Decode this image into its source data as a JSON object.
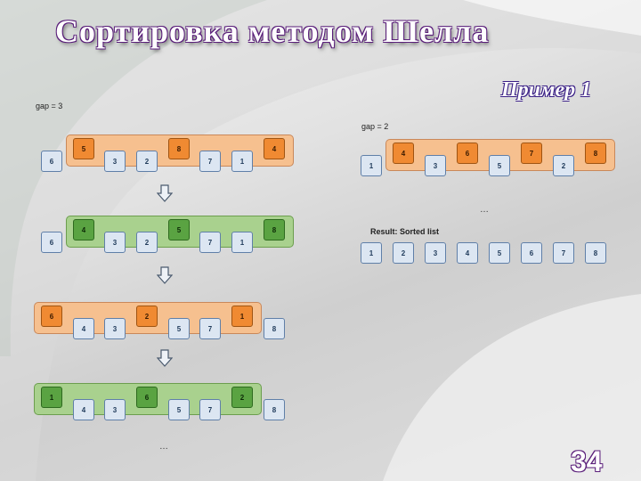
{
  "slide": {
    "title": "Сортировка методом Шелла",
    "subtitle": "Пример 1",
    "page_number": "34"
  },
  "gap3": {
    "label": "gap = 3",
    "rows": [
      [
        {
          "v": "6",
          "c": "b"
        },
        {
          "v": "5",
          "c": "o"
        },
        {
          "v": "3",
          "c": "b"
        },
        {
          "v": "2",
          "c": "b"
        },
        {
          "v": "8",
          "c": "o"
        },
        {
          "v": "7",
          "c": "b"
        },
        {
          "v": "1",
          "c": "b"
        },
        {
          "v": "4",
          "c": "o"
        }
      ],
      [
        {
          "v": "6",
          "c": "b"
        },
        {
          "v": "4",
          "c": "g"
        },
        {
          "v": "3",
          "c": "b"
        },
        {
          "v": "2",
          "c": "b"
        },
        {
          "v": "5",
          "c": "g"
        },
        {
          "v": "7",
          "c": "b"
        },
        {
          "v": "1",
          "c": "b"
        },
        {
          "v": "8",
          "c": "g"
        }
      ],
      [
        {
          "v": "6",
          "c": "o"
        },
        {
          "v": "4",
          "c": "b"
        },
        {
          "v": "3",
          "c": "b"
        },
        {
          "v": "2",
          "c": "o"
        },
        {
          "v": "5",
          "c": "b"
        },
        {
          "v": "7",
          "c": "b"
        },
        {
          "v": "1",
          "c": "o"
        },
        {
          "v": "8",
          "c": "b"
        }
      ],
      [
        {
          "v": "1",
          "c": "g"
        },
        {
          "v": "4",
          "c": "b"
        },
        {
          "v": "3",
          "c": "b"
        },
        {
          "v": "6",
          "c": "g"
        },
        {
          "v": "5",
          "c": "b"
        },
        {
          "v": "7",
          "c": "b"
        },
        {
          "v": "2",
          "c": "g"
        },
        {
          "v": "8",
          "c": "b"
        }
      ]
    ],
    "ellipsis": "…"
  },
  "gap2": {
    "label": "gap = 2",
    "row": [
      {
        "v": "1",
        "c": "b"
      },
      {
        "v": "4",
        "c": "o"
      },
      {
        "v": "3",
        "c": "b"
      },
      {
        "v": "6",
        "c": "o"
      },
      {
        "v": "5",
        "c": "b"
      },
      {
        "v": "7",
        "c": "o"
      },
      {
        "v": "2",
        "c": "b"
      },
      {
        "v": "8",
        "c": "o"
      }
    ],
    "ellipsis": "…"
  },
  "result": {
    "label": "Result: Sorted list",
    "row": [
      {
        "v": "1",
        "c": "b"
      },
      {
        "v": "2",
        "c": "b"
      },
      {
        "v": "3",
        "c": "b"
      },
      {
        "v": "4",
        "c": "b"
      },
      {
        "v": "5",
        "c": "b"
      },
      {
        "v": "6",
        "c": "b"
      },
      {
        "v": "7",
        "c": "b"
      },
      {
        "v": "8",
        "c": "b"
      }
    ]
  },
  "colors": {
    "blue_cell": "#dce6f2",
    "orange_cell": "#f08a32",
    "green_cell": "#5aa342",
    "orange_bar": "#f6c08f",
    "green_bar": "#a9d18e"
  }
}
